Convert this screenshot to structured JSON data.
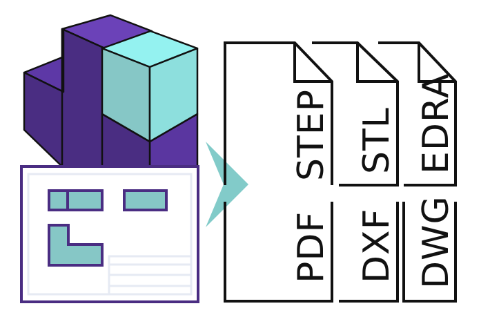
{
  "colors": {
    "cube_dark": "#4a2d82",
    "cube_mid": "#5a36a0",
    "cube_light": "#6b42b8",
    "teal_top": "#94f2f0",
    "teal_front": "#86c7c6",
    "teal_side": "#8ddfdd",
    "arrow": "#82cbc9",
    "drawing_frame": "#4a2d82",
    "drawing_inner": "#e6eaf3",
    "outline": "#111111"
  },
  "icons": {
    "model": "3d-cad-model-icon",
    "drawing": "2d-drawing-icon",
    "arrow": "convert-arrow-icon"
  },
  "formats": {
    "step": "STEP",
    "stl": "STL",
    "edra": "EDRA",
    "pdf": "PDF",
    "dxf": "DXF",
    "dwg": "DWG"
  }
}
